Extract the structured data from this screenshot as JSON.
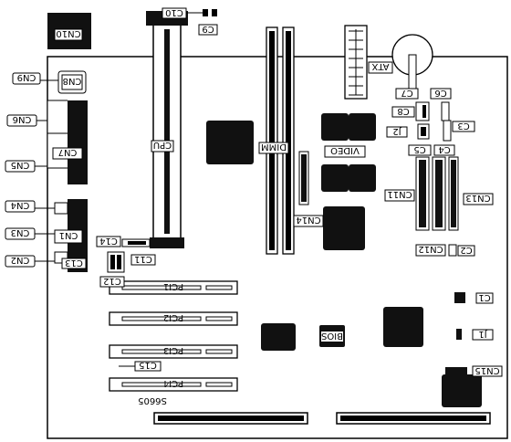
{
  "labels": {
    "cn10": "CN10",
    "c10": "C10",
    "c9": "C9",
    "cn9": "CN9",
    "cn8": "CN8",
    "cn6": "CN6",
    "cn7": "CN7",
    "cn5": "CN5",
    "cn4": "CN4",
    "cn3": "CN3",
    "cn1": "CN1",
    "cn2": "CN2",
    "c13": "C13",
    "c14": "C14",
    "c11": "C11",
    "c12": "C12",
    "cpu": "CPU",
    "dimm": "DIMM",
    "video": "VIDEO",
    "cn14": "CN14",
    "atx": "ATX",
    "c7": "C7",
    "c6": "C6",
    "c8": "C8",
    "j2": "J2",
    "c5": "C5",
    "c3": "C3",
    "c4": "C4",
    "cn11": "CN11",
    "cn13": "CN13",
    "cn12": "CN12",
    "c2": "C2",
    "c1": "C1",
    "j1": "J1",
    "cn15": "CN15",
    "bios": "BIOS",
    "pci1": "PCI1",
    "pci2": "PCI2",
    "pci3": "PCI3",
    "pci4": "PCI4",
    "c15": "C15",
    "board_id": "S6605"
  }
}
